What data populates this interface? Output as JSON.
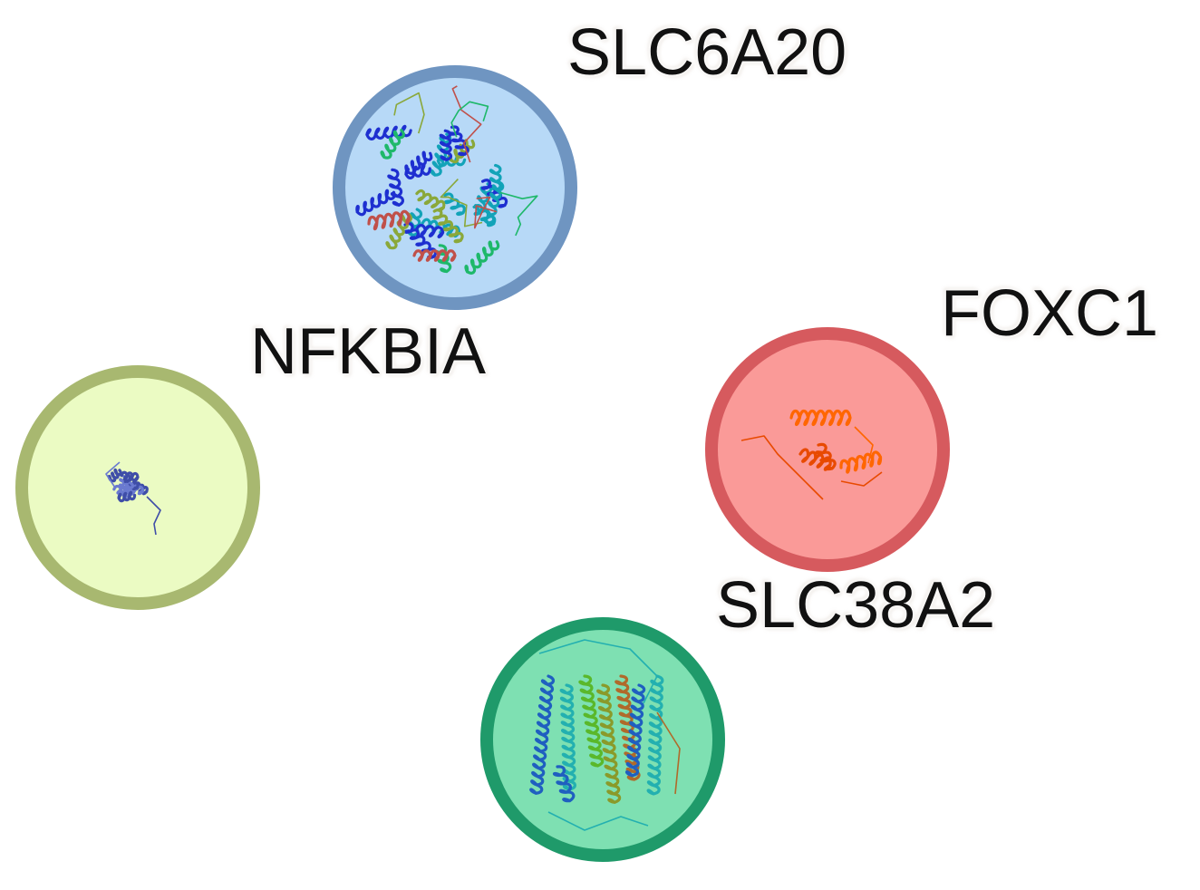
{
  "network": {
    "nodes": [
      {
        "id": "SLC6A20",
        "label": "SLC6A20",
        "fill": "#b7d9f7",
        "ring": "#6f95c1",
        "structure_icon": "protein-structure-helical-bundle-icon",
        "structure_colors": [
          "#1e2fd0",
          "#12a3b8",
          "#1eb86a",
          "#8aa83a",
          "#c0504a"
        ]
      },
      {
        "id": "NFKBIA",
        "label": "NFKBIA",
        "fill": "#ebfbc3",
        "ring": "#a8b870",
        "structure_icon": "protein-structure-compact-icon",
        "structure_colors": [
          "#3f4ea8",
          "#6a7ad0"
        ]
      },
      {
        "id": "FOXC1",
        "label": "FOXC1",
        "fill": "#fa9a98",
        "ring": "#d65a5e",
        "structure_icon": "protein-structure-winged-helix-icon",
        "structure_colors": [
          "#ff6600",
          "#e84a00"
        ]
      },
      {
        "id": "SLC38A2",
        "label": "SLC38A2",
        "fill": "#7ee0b2",
        "ring": "#1f9a6a",
        "structure_icon": "protein-structure-transmembrane-icon",
        "structure_colors": [
          "#1f5fc0",
          "#23b0b0",
          "#5ab82a",
          "#8a9a2a",
          "#b06a2a"
        ]
      }
    ]
  }
}
